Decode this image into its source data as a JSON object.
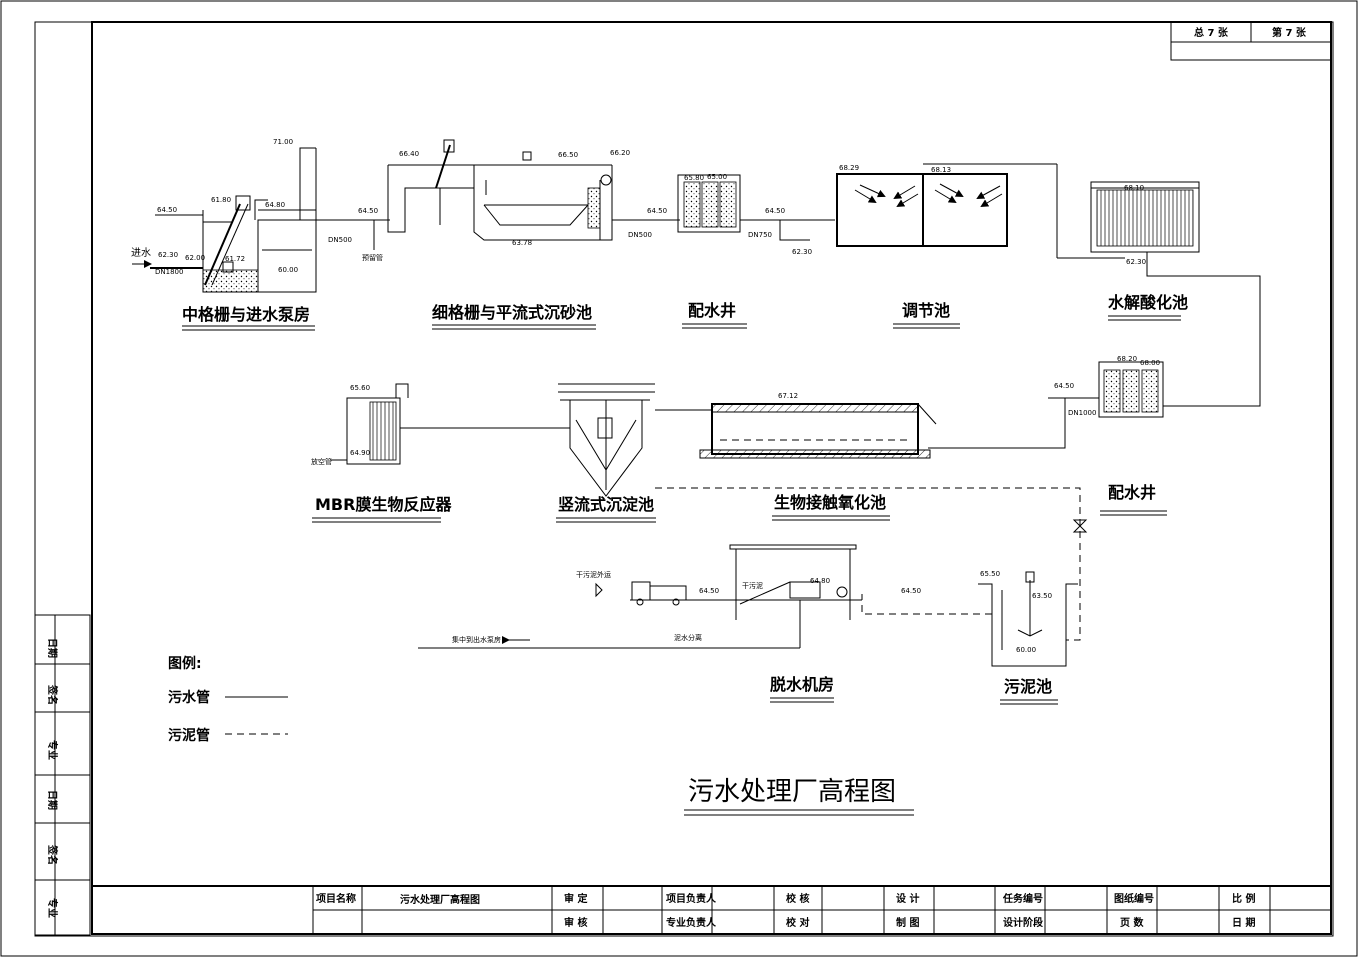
{
  "sheet": {
    "total": "总 7 张",
    "page": "第 7 张"
  },
  "units": [
    {
      "id": "grid-pump",
      "label": "中格栅与进水泵房"
    },
    {
      "id": "fine-grit",
      "label": "细格栅与平流式沉砂池"
    },
    {
      "id": "dist-well-1",
      "label": "配水井"
    },
    {
      "id": "equal",
      "label": "调节池"
    },
    {
      "id": "hydrolysis",
      "label": "水解酸化池"
    },
    {
      "id": "dist-well-2",
      "label": "配水井"
    },
    {
      "id": "mbr",
      "label": "MBR膜生物反应器"
    },
    {
      "id": "vertical",
      "label": "竖流式沉淀池"
    },
    {
      "id": "bio-contact",
      "label": "生物接触氧化池"
    },
    {
      "id": "dewater",
      "label": "脱水机房"
    },
    {
      "id": "sludge",
      "label": "污泥池"
    }
  ],
  "elevations": {
    "e1": "64.50",
    "e2": "62.30",
    "e3": "61.80",
    "e4": "62.00",
    "e5": "61.72",
    "e6": "64.80",
    "e7": "60.00",
    "e8": "71.00",
    "e9": "64.50",
    "e10": "66.40",
    "e11": "66.50",
    "e12": "66.20",
    "e13": "63.78",
    "e14": "64.50",
    "e15": "65.80",
    "e16": "65.00",
    "e17": "64.50",
    "e18": "62.30",
    "e19": "68.29",
    "e20": "68.13",
    "e21": "68.10",
    "e22": "62.30",
    "e23": "68.20",
    "e24": "68.00",
    "e25": "64.50",
    "e26": "65.60",
    "e27": "64.90",
    "e28": "67.12",
    "e29": "64.50",
    "e30": "64.80",
    "e31": "64.50",
    "e32": "65.50",
    "e33": "63.50",
    "e34": "60.00"
  },
  "pipes": {
    "p1": "DN1800",
    "p2": "DN500",
    "p3": "DN500",
    "p4": "DN750",
    "p5": "DN1000"
  },
  "notes": {
    "inflow": "进水",
    "reserve_pipe": "预留管",
    "dry_sludge_out": "干污泥外运",
    "dry_sludge": "干污泥",
    "to_pump": "集中到出水泵房",
    "sludge_water": "泥水分离",
    "drain": "放空管"
  },
  "legend": {
    "title": "图例:",
    "sewage_pipe": "污水管",
    "sludge_pipe": "污泥管"
  },
  "drawing_title": "污水处理厂高程图",
  "left_strip": [
    "日期",
    "签名",
    "专业",
    "日期",
    "签名",
    "专业"
  ],
  "title_block": {
    "project_name_label": "项目名称",
    "project_name_value": "污水处理厂高程图",
    "review": "审 定",
    "audit": "审 核",
    "project_lead": "项目负责人",
    "discipline_lead": "专业负责人",
    "check": "校 核",
    "proof": "校 对",
    "design": "设 计",
    "draw": "制 图",
    "task_no": "任务编号",
    "stage": "设计阶段",
    "drawing_no": "图纸编号",
    "pages": "页 数",
    "scale": "比 例",
    "date": "日 期"
  }
}
